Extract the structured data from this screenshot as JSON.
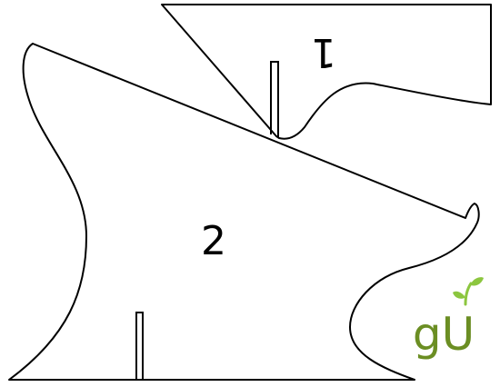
{
  "diagram": {
    "piece_1_label": "1",
    "piece_2_label": "2"
  },
  "logo": {
    "text": "gU",
    "letter_color": "#6b8e23",
    "accent_color": "#8cc63f",
    "icon": "sprout-icon"
  },
  "colors": {
    "outline": "#000000",
    "background": "#ffffff"
  }
}
